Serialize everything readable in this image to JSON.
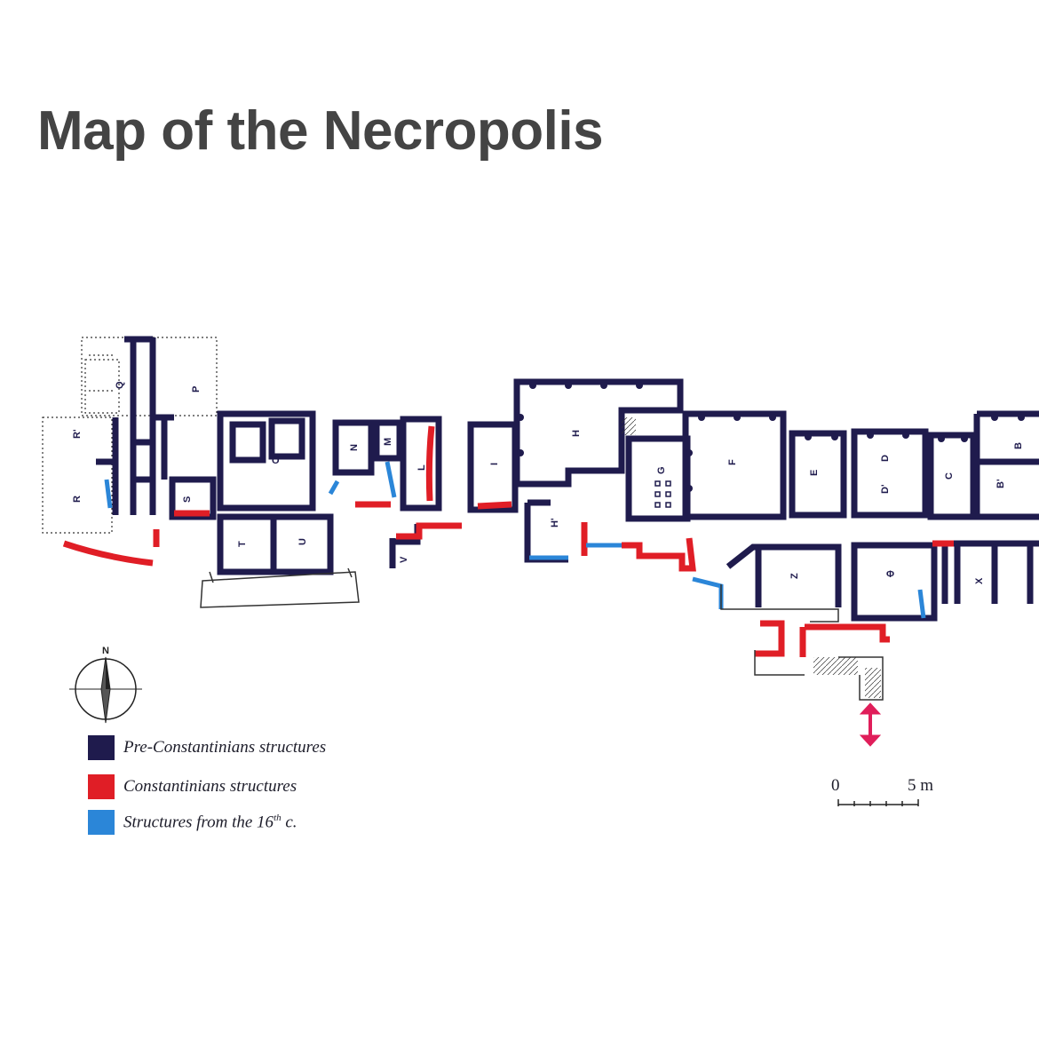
{
  "title": "Map of the Necropolis",
  "compass": {
    "north_label": "N"
  },
  "legend": [
    {
      "label": "Pre-Constantinians structures",
      "color": "#1f1b4d"
    },
    {
      "label": "Constantinians structures",
      "color": "#e01e26"
    },
    {
      "label": "Structures from the 16",
      "suffix": "th",
      "tail": " c.",
      "color": "#2b86d8"
    }
  ],
  "scale": {
    "start": "0",
    "end": "5 m"
  },
  "rooms": {
    "A": "",
    "B": "B",
    "B2": "B'",
    "C": "C",
    "D": "D",
    "D2": "D'",
    "E": "E",
    "F": "F",
    "G": "G",
    "H": "H",
    "H2": "H'",
    "I": "I",
    "L": "L",
    "M": "M",
    "N": "N",
    "O": "O",
    "P": "P",
    "Q": "Q",
    "R": "R",
    "R2": "R'",
    "S": "S",
    "T": "T",
    "U": "U",
    "V": "V",
    "X": "X",
    "Z": "Z",
    "PHI": "Φ"
  },
  "colors": {
    "dark": "#1f1b4d",
    "red": "#e01e26",
    "blue": "#2b86d8",
    "title": "#444444"
  }
}
